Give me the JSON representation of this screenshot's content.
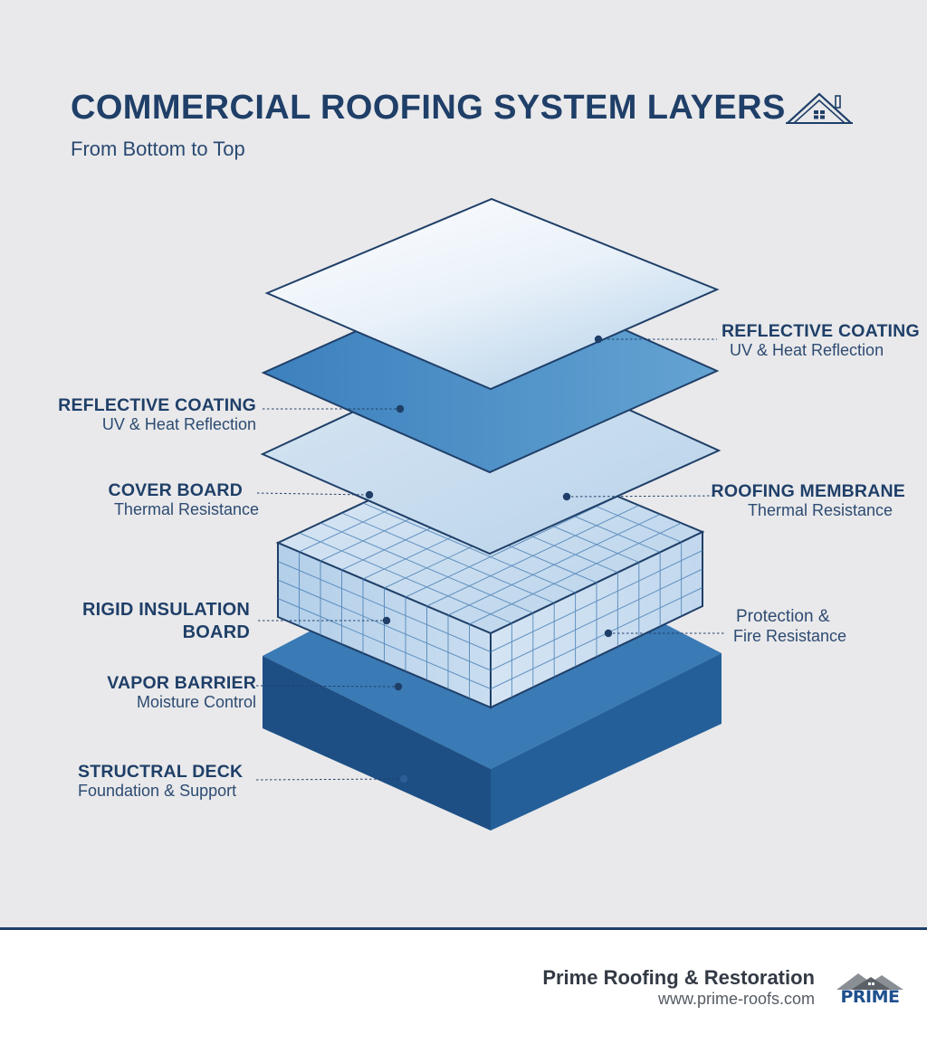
{
  "header": {
    "title": "COMMERCIAL ROOFING SYSTEM LAYERS",
    "subtitle": "From Bottom to Top"
  },
  "colors": {
    "navy": "#1f3f68",
    "deck_top": "#3a7ab5",
    "deck_front": "#1d4f85",
    "deck_side": "#235d97",
    "insulation": "#c9ddf0",
    "membrane": "#c6dcee",
    "coating_mid": "#5699ca",
    "coating_top": "#ffffff"
  },
  "labels": [
    {
      "id": "reflective-coating-right",
      "heading": "REFLECTIVE COATING",
      "sub": "UV & Heat Reflection"
    },
    {
      "id": "reflective-coating-left",
      "heading": "REFLECTIVE COATING",
      "sub": "UV & Heat Reflection"
    },
    {
      "id": "cover-board",
      "heading": "COVER BOARD",
      "sub": "Thermal Resistance"
    },
    {
      "id": "roofing-membrane",
      "heading": "ROOFING MEMBRANE",
      "sub": "Thermal Resistance"
    },
    {
      "id": "rigid-insulation-board",
      "heading": "RIGID INSULATION",
      "heading2": "BOARD"
    },
    {
      "id": "protection",
      "line1": "Protection &",
      "line2": "Fire Resistance"
    },
    {
      "id": "vapor-barrier",
      "heading": "VAPOR BARRIER",
      "sub": "Moisture Control"
    },
    {
      "id": "structural-deck",
      "heading": "STRUCTRAL DECK",
      "sub": "Foundation & Support"
    }
  ],
  "footer": {
    "company": "Prime Roofing & Restoration",
    "website": "www.prime-roofs.com",
    "logo_text": "PRIME"
  }
}
